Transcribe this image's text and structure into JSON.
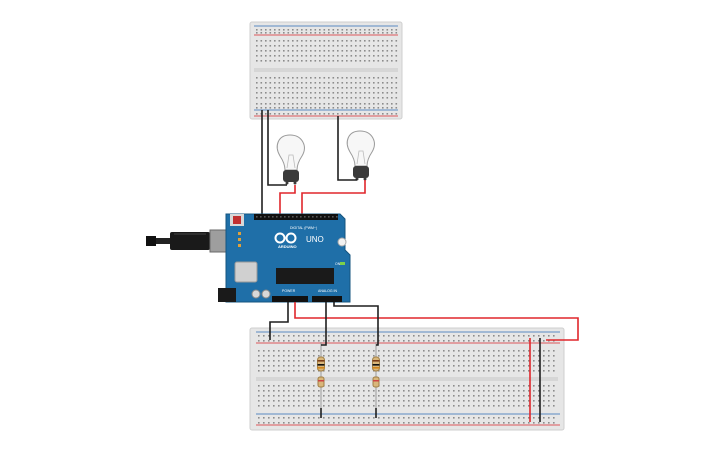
{
  "arduino": {
    "brand": "ARDUINO",
    "model": "UNO",
    "digital_label": "DIGITAL (PWM~)",
    "power_label": "POWER",
    "analog_label": "ANALOG IN",
    "on_label": "ON",
    "board_color": "#1f6fa8"
  },
  "components": {
    "bulbs": 2,
    "resistors": 2,
    "breadboards": 2
  },
  "colors": {
    "wire_red": "#e0262b",
    "wire_black": "#1f1f1f",
    "breadboard": "#e4e4e4",
    "rail_red": "#d9262b",
    "rail_blue": "#2b6bb5"
  }
}
